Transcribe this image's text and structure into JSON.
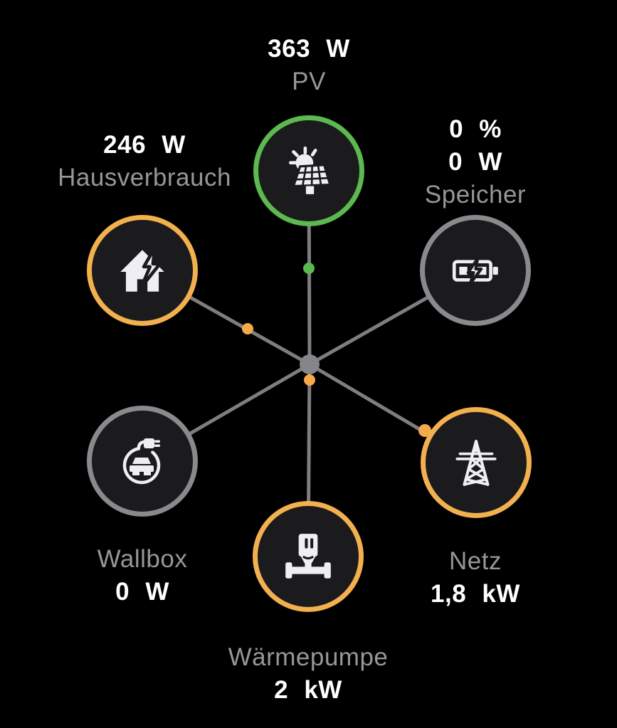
{
  "colors": {
    "background": "#000000",
    "node_fill": "#1b1b1d",
    "ring_green": "#5cb950",
    "ring_orange": "#f2b04f",
    "ring_gray": "#8a8a8e",
    "line_gray": "#7d7d82",
    "hub_gray": "#85858a",
    "dot_orange": "#f5a94b",
    "dot_green": "#5cb950",
    "value_text": "#ffffff",
    "label_text": "#96969b",
    "icon_white": "#eeeef4"
  },
  "nodes": {
    "pv": {
      "value": "363 W",
      "label": "PV"
    },
    "hausverbrauch": {
      "value": "246 W",
      "label": "Hausverbrauch"
    },
    "speicher": {
      "value_percent": "0 %",
      "value": "0 W",
      "label": "Speicher"
    },
    "wallbox": {
      "label": "Wallbox",
      "value": "0 W"
    },
    "netz": {
      "label": "Netz",
      "value": "1,8 kW"
    },
    "waermepumpe": {
      "label": "Wärmepumpe",
      "value": "2 kW"
    }
  },
  "icons": {
    "pv": "solar-panel-icon",
    "hausverbrauch": "house-energy-icon",
    "speicher": "battery-charging-icon",
    "wallbox": "ev-charger-icon",
    "netz": "power-grid-icon",
    "waermepumpe": "heat-pump-icon"
  }
}
